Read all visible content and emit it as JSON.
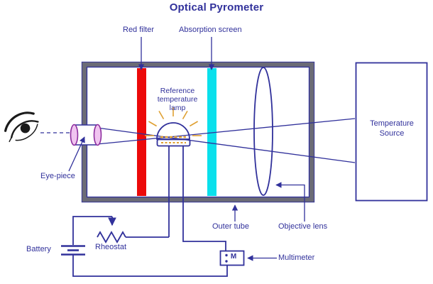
{
  "title": "Optical Pyrometer",
  "diagram": {
    "labels": {
      "red_filter": "Red filter",
      "absorption_screen": "Absorption screen",
      "reference_lamp": "Reference\ntemperature\nlamp",
      "temperature_source": "Temperature\nSource",
      "eye_piece": "Eye-piece",
      "outer_tube": "Outer tube",
      "objective_lens": "Objective lens",
      "battery": "Battery",
      "rheostat": "Rheostat",
      "multimeter": "Multimeter",
      "multimeter_symbol": "M"
    }
  },
  "colors": {
    "navy": "#31319b",
    "red": "#ec0a0a",
    "cyan": "#0ae0ec",
    "gray": "#6b6b76",
    "lamp": "#f7edd8",
    "ray": "#dfa032",
    "lenspink": "#f0c4f0",
    "lenspurple": "#8d2d9e",
    "ink": "#1a1a1a",
    "bg": "#ffffff"
  }
}
